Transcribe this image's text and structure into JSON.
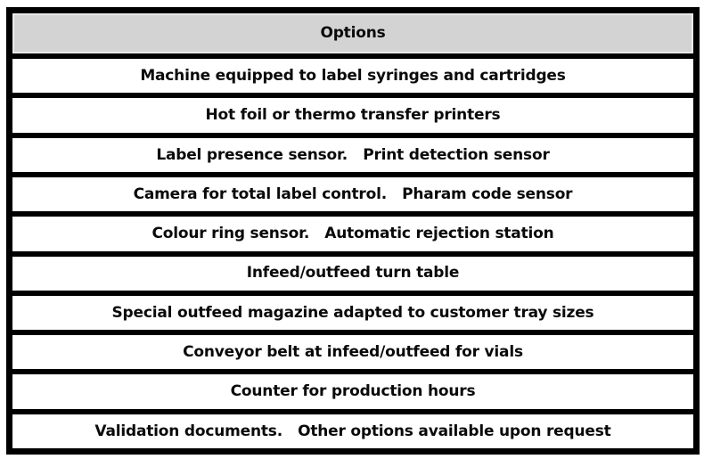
{
  "table": {
    "header": "Options",
    "rows": [
      {
        "label": "Machine equipped to label syringes and cartridges"
      },
      {
        "label": "Hot foil or thermo transfer printers"
      },
      {
        "label": "Label presence sensor.   Print detection sensor"
      },
      {
        "label": "Camera for total label control.   Pharam code sensor"
      },
      {
        "label": "Colour ring sensor.   Automatic rejection station"
      },
      {
        "label": "Infeed/outfeed turn table"
      },
      {
        "label": "Special outfeed magazine adapted to customer tray sizes"
      },
      {
        "label": "Conveyor belt at infeed/outfeed for vials"
      },
      {
        "label": "Counter for production hours"
      },
      {
        "label": "Validation documents.   Other options available upon request"
      }
    ],
    "colors": {
      "header_bg": "#d3d3d3",
      "row_bg": "#ffffff",
      "border": "#000000",
      "text": "#0a0a0a"
    }
  }
}
